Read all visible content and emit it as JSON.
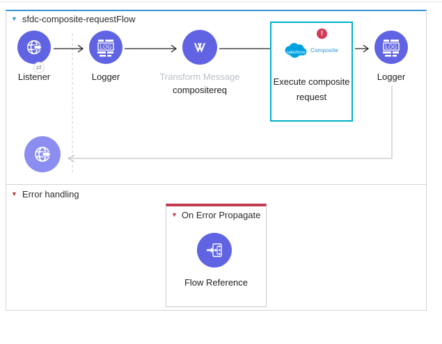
{
  "flow": {
    "title": "sfdc-composite-requestFlow",
    "listener": {
      "label": "Listener",
      "badge_icon": "⇄"
    },
    "logger1": {
      "label": "Logger"
    },
    "transform": {
      "label": "Transform Message",
      "name": "compositereq"
    },
    "execute": {
      "label": "Execute composite request",
      "logo_text": "salesforce",
      "connector": "Composite",
      "error_badge": "!"
    },
    "logger2": {
      "label": "Logger"
    }
  },
  "error_handling": {
    "title": "Error handling",
    "on_error_propagate": {
      "title": "On Error Propagate",
      "flow_reference": {
        "label": "Flow Reference"
      }
    }
  },
  "colors": {
    "node_purple": "#6064e3",
    "node_purple_faded": "#8b8ef0",
    "selection_teal": "#00b0c8",
    "flow_header_blue": "#2e95d3",
    "error_title_red": "#b13a47",
    "oep_border_red": "#c13a52",
    "error_badge_red": "#d23a55",
    "salesforce_blue": "#00a1e0",
    "container_border": "#d4d4d4",
    "connector_gray": "#c4c4c4",
    "text_disabled": "#b9bfc7"
  }
}
